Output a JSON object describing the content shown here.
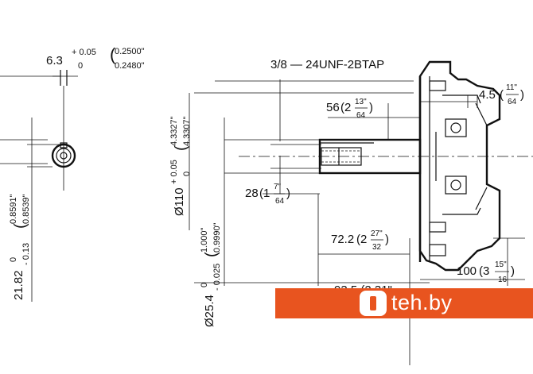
{
  "drawing": {
    "keyway_width": {
      "nominal": "6.3",
      "tol_upper": "+ 0.05",
      "tol_lower": "0",
      "inch_upper": "0.2500\"",
      "inch_lower": "0.2480\""
    },
    "keyway_height": {
      "nominal": "21.82",
      "tol_upper": "0",
      "tol_lower": "- 0.13",
      "inch_upper": "0.8591\"",
      "inch_lower": "0.8539\""
    },
    "flange_dia": {
      "nominal": "Ø110",
      "tol_upper": "+ 0.05",
      "tol_lower": "0",
      "inch_upper": "4.3327\"",
      "inch_lower": "4.3307\""
    },
    "shaft_dia": {
      "nominal": "Ø25.4",
      "tol_upper": "0",
      "tol_lower": "- 0.025",
      "inch_upper": "1.000\"",
      "inch_lower": "0.9990\""
    },
    "thread": "3/8 — 24UNF-2BTAP",
    "dim_56": {
      "value": "56",
      "whole": "(2",
      "num": "13\"",
      "den": "64",
      "close": ")"
    },
    "dim_28": {
      "value": "28",
      "whole": "(1",
      "num": "7\"",
      "den": "64",
      "close": ")"
    },
    "dim_72": {
      "value": "72.2",
      "whole": "(2",
      "num": "27\"",
      "den": "32",
      "close": ")"
    },
    "dim_45": {
      "value": "4.5",
      "whole": "(",
      "num": "11\"",
      "den": "64",
      "close": ")"
    },
    "dim_100": {
      "value": "100",
      "whole": "(3",
      "num": "15\"",
      "den": "16",
      "close": ")"
    },
    "dim_partial": "93.5 (2 31\""
  },
  "watermark": {
    "text": "teh.by",
    "color": "#e8541f"
  }
}
